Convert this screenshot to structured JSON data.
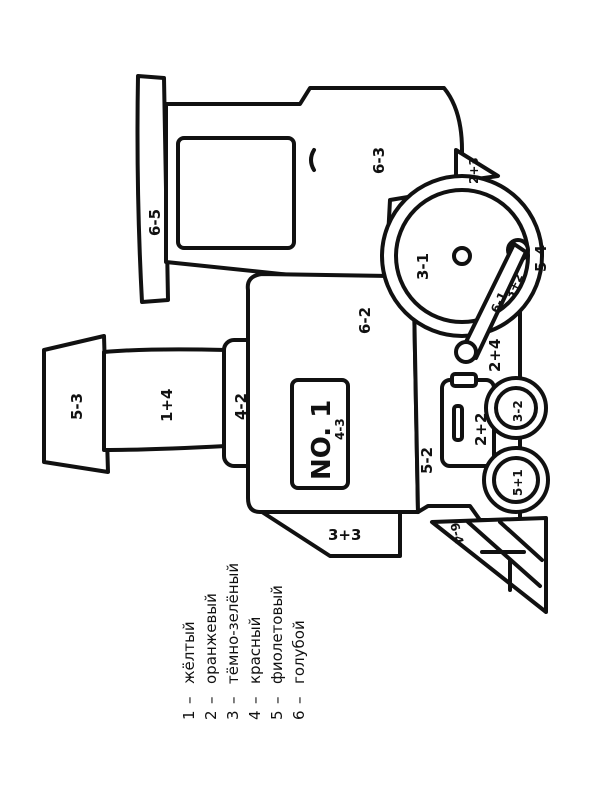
{
  "plate": "NO. 1",
  "labels": {
    "funnel_top": "5-3",
    "funnel_pipe": "1+4",
    "dome": "4-2",
    "cab_roof": "6-5",
    "cab_body": "6-3",
    "cab_step": "2+3",
    "boiler": "6-2",
    "plate_num": "4-3",
    "front_cone": "3+3",
    "big_wheel": "3-1",
    "hub": "5-4",
    "rod_top": "6-1",
    "rod_bottom": "3+2",
    "frame_mid": "2+4",
    "lamp": "2+2",
    "small_wheel_1": "5+1",
    "small_wheel_2": "3-2",
    "chassis_front": "5-2",
    "cowcatcher_bar": "6-4"
  },
  "legend": [
    {
      "num": "1",
      "name": "жёлтый"
    },
    {
      "num": "2",
      "name": "оранжевый"
    },
    {
      "num": "3",
      "name": "тёмно-зелёный"
    },
    {
      "num": "4",
      "name": "красный"
    },
    {
      "num": "5",
      "name": "фиолетовый"
    },
    {
      "num": "6",
      "name": "голубой"
    }
  ]
}
